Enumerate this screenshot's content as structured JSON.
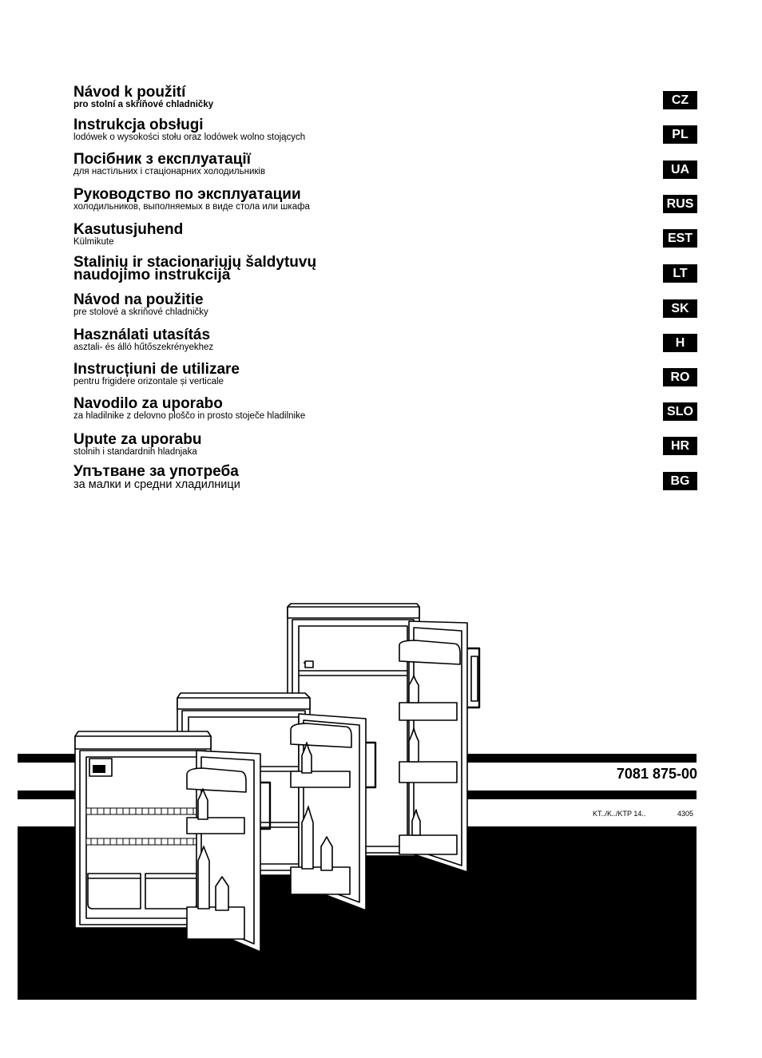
{
  "manuals": [
    {
      "code": "CZ",
      "title": "Návod k použití",
      "subtitle": "pro stolní a skříňové chladničky"
    },
    {
      "code": "PL",
      "title": "Instrukcja obsługi",
      "subtitle": "lodówek o wysokości stołu oraz lodówek wolno stojących"
    },
    {
      "code": "UA",
      "title": "Посібник з експлуатації",
      "subtitle": "для настільних і стаціонарних холодильників"
    },
    {
      "code": "RUS",
      "title": "Руководство по эксплуатации",
      "subtitle": "холодильников, выполняемых в виде стола или шкафа"
    },
    {
      "code": "EST",
      "title": "Kasutusjuhend",
      "subtitle": "Külmikute"
    },
    {
      "code": "LT",
      "title": "Stalinių ir stacionariųjų šaldytuvų",
      "title2": "naudojimo instrukcija"
    },
    {
      "code": "SK",
      "title": "Návod na použitie",
      "subtitle": "pre stolové a skriňové chladničky"
    },
    {
      "code": "H",
      "title": "Használati utasítás",
      "subtitle": "asztali- és álló hűtőszekrényekhez"
    },
    {
      "code": "RO",
      "title": "Instrucțiuni de utilizare",
      "subtitle": "pentru frigidere orizontale și verticale"
    },
    {
      "code": "SLO",
      "title": "Navodilo za uporabo",
      "subtitle": "za hladilnike z delovno ploščo in prosto stoječe hladilnike"
    },
    {
      "code": "HR",
      "title": "Upute za uporabu",
      "subtitle": "stolnih i standardnih hladnjaka"
    },
    {
      "code": "BG",
      "title": "Упътване за употреба",
      "subtitle": "за малки и средни хладилници"
    }
  ],
  "footer": {
    "document_number": "7081 875-00",
    "model_range": "KT../K../KTP 14..",
    "batch": "4305"
  }
}
